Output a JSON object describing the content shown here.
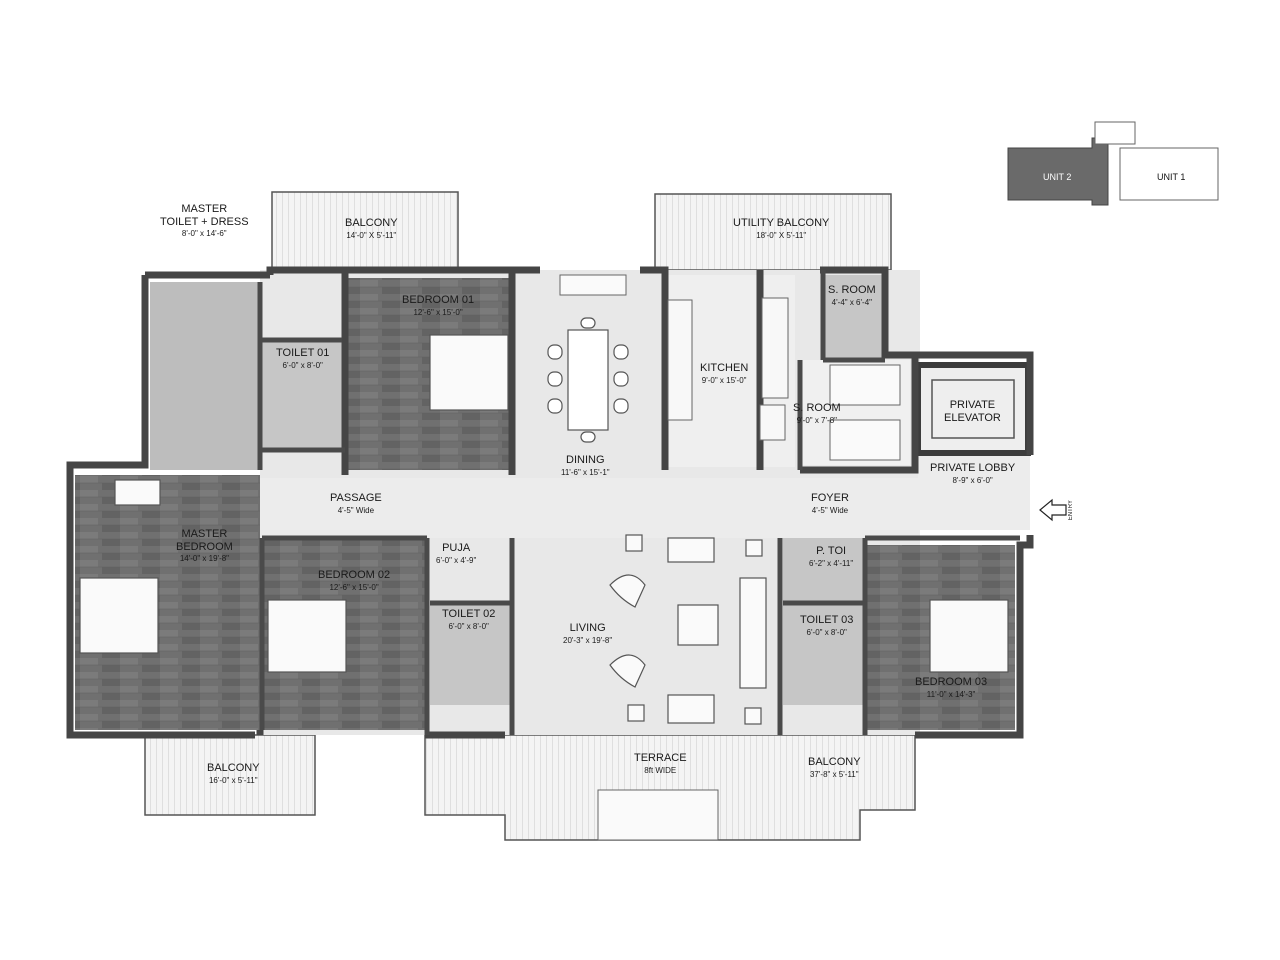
{
  "rooms": {
    "master_toilet": {
      "name": "MASTER\nTOILET + DRESS",
      "line1": "MASTER",
      "line2": "TOILET + DRESS",
      "dims": "8'-0\" x 14'-6\""
    },
    "balcony_top": {
      "name": "BALCONY",
      "dims": "14'-0\" X 5'-11\""
    },
    "utility_balcony": {
      "name": "UTILITY BALCONY",
      "dims": "18'-0\" X 5'-11\""
    },
    "bedroom_01": {
      "name": "BEDROOM 01",
      "dims": "12'-6\" x 15'-0\""
    },
    "toilet_01": {
      "name": "TOILET 01",
      "dims": "6'-0\" x 8'-0\""
    },
    "dining": {
      "name": "DINING",
      "dims": "11'-6\" x 15'-1\""
    },
    "kitchen": {
      "name": "KITCHEN",
      "dims": "9'-0\" x 15'-0\""
    },
    "s_room_small": {
      "name": "S. ROOM",
      "dims": "4'-4\" x 6'-4\""
    },
    "s_room": {
      "name": "S. ROOM",
      "dims": "9'-0\" x 7'-8\""
    },
    "private_elevator": {
      "line1": "PRIVATE",
      "line2": "ELEVATOR"
    },
    "private_lobby": {
      "name": "PRIVATE LOBBY",
      "dims": "8'-9\" x 6'-0\""
    },
    "passage": {
      "name": "PASSAGE",
      "dims": "4'-5\" Wide"
    },
    "foyer": {
      "name": "FOYER",
      "dims": "4'-5\" Wide"
    },
    "master_bedroom": {
      "line1": "MASTER",
      "line2": "BEDROOM",
      "dims": "14'-0\" x 19'-8\""
    },
    "bedroom_02": {
      "name": "BEDROOM 02",
      "dims": "12'-6\" x 15'-0\""
    },
    "puja": {
      "name": "PUJA",
      "dims": "6'-0\" x 4'-9\""
    },
    "toilet_02": {
      "name": "TOILET 02",
      "dims": "6'-0\" x 8'-0\""
    },
    "living": {
      "name": "LIVING",
      "dims": "20'-3\" x 19'-8\""
    },
    "p_toi": {
      "name": "P. TOI",
      "dims": "6'-2\" x 4'-11\""
    },
    "toilet_03": {
      "name": "TOILET 03",
      "dims": "6'-0\" x 8'-0\""
    },
    "bedroom_03": {
      "name": "BEDROOM 03",
      "dims": "11'-0\" x 14'-3\""
    },
    "balcony_left": {
      "name": "BALCONY",
      "dims": "16'-0\" x 5'-11\""
    },
    "terrace": {
      "name": "TERRACE",
      "dims": "8ft WIDE"
    },
    "balcony_right": {
      "name": "BALCONY",
      "dims": "37'-8\" x 5'-11\""
    }
  },
  "entry": "ENTRY",
  "keyplan": {
    "unit2": "UNIT 2",
    "unit1": "UNIT 1"
  },
  "colors": {
    "wall": "#4a4a4a",
    "wood_floor": "#6e6e6e",
    "tile_floor": "#e6e6e6",
    "wet_floor": "#bdbdbd",
    "balcony": "#f3f3f3",
    "keyplan_unit2": "#6a6a6a"
  }
}
